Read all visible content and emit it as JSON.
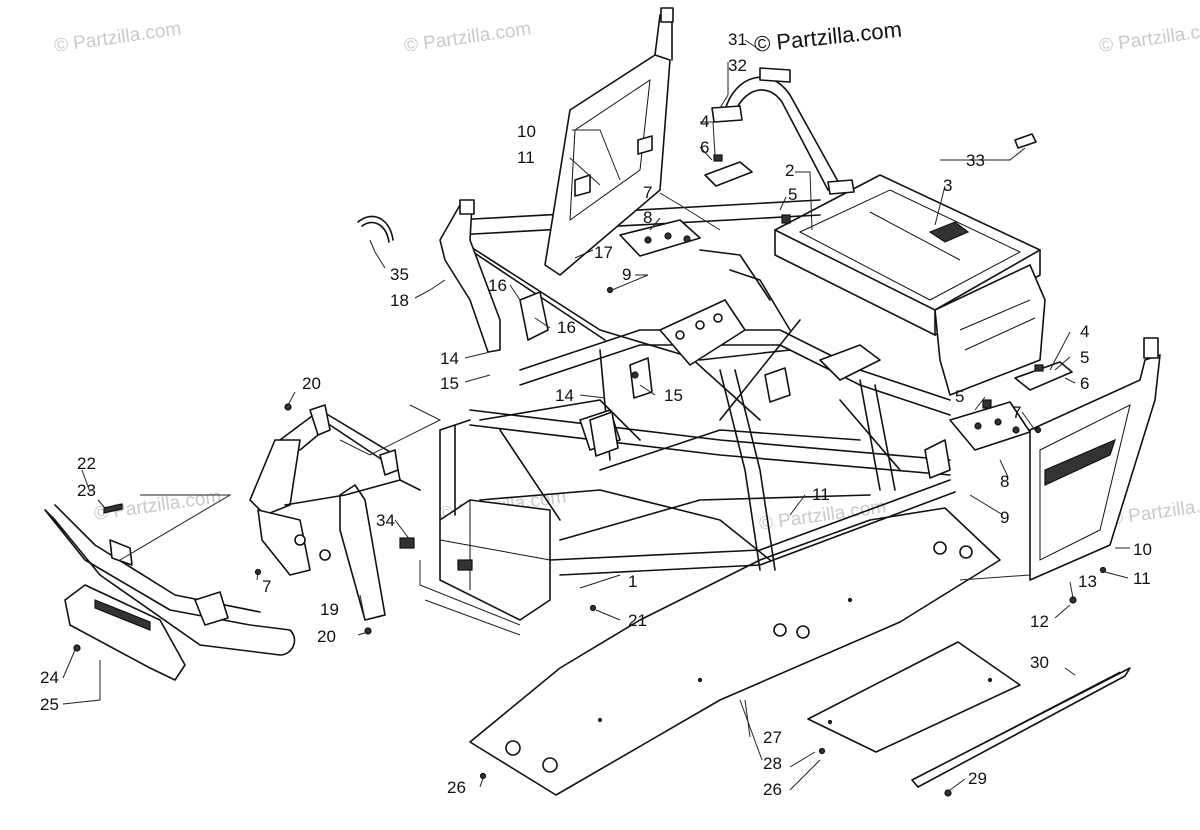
{
  "watermarks": {
    "main": "© Partzilla.com",
    "faint": "© Partzilla.com"
  },
  "callouts": {
    "c1": "1",
    "c2": "2",
    "c3": "3",
    "c4a": "4",
    "c4b": "4",
    "c5a": "5",
    "c5b": "5",
    "c5c": "5",
    "c6a": "6",
    "c6b": "6",
    "c7a": "7",
    "c7b": "7",
    "c7c": "7",
    "c8a": "8",
    "c8b": "8",
    "c9a": "9",
    "c9b": "9",
    "c10a": "10",
    "c10b": "10",
    "c11a": "11",
    "c11b": "11",
    "c11c": "11",
    "c12": "12",
    "c13": "13",
    "c14a": "14",
    "c14b": "14",
    "c15a": "15",
    "c15b": "15",
    "c16a": "16",
    "c16b": "16",
    "c17": "17",
    "c18": "18",
    "c19": "19",
    "c20a": "20",
    "c20b": "20",
    "c21": "21",
    "c22": "22",
    "c23": "23",
    "c24": "24",
    "c25": "25",
    "c26a": "26",
    "c26b": "26",
    "c27": "27",
    "c28": "28",
    "c29": "29",
    "c30": "30",
    "c31": "31",
    "c32": "32",
    "c33": "33",
    "c34": "34",
    "c35": "35"
  }
}
